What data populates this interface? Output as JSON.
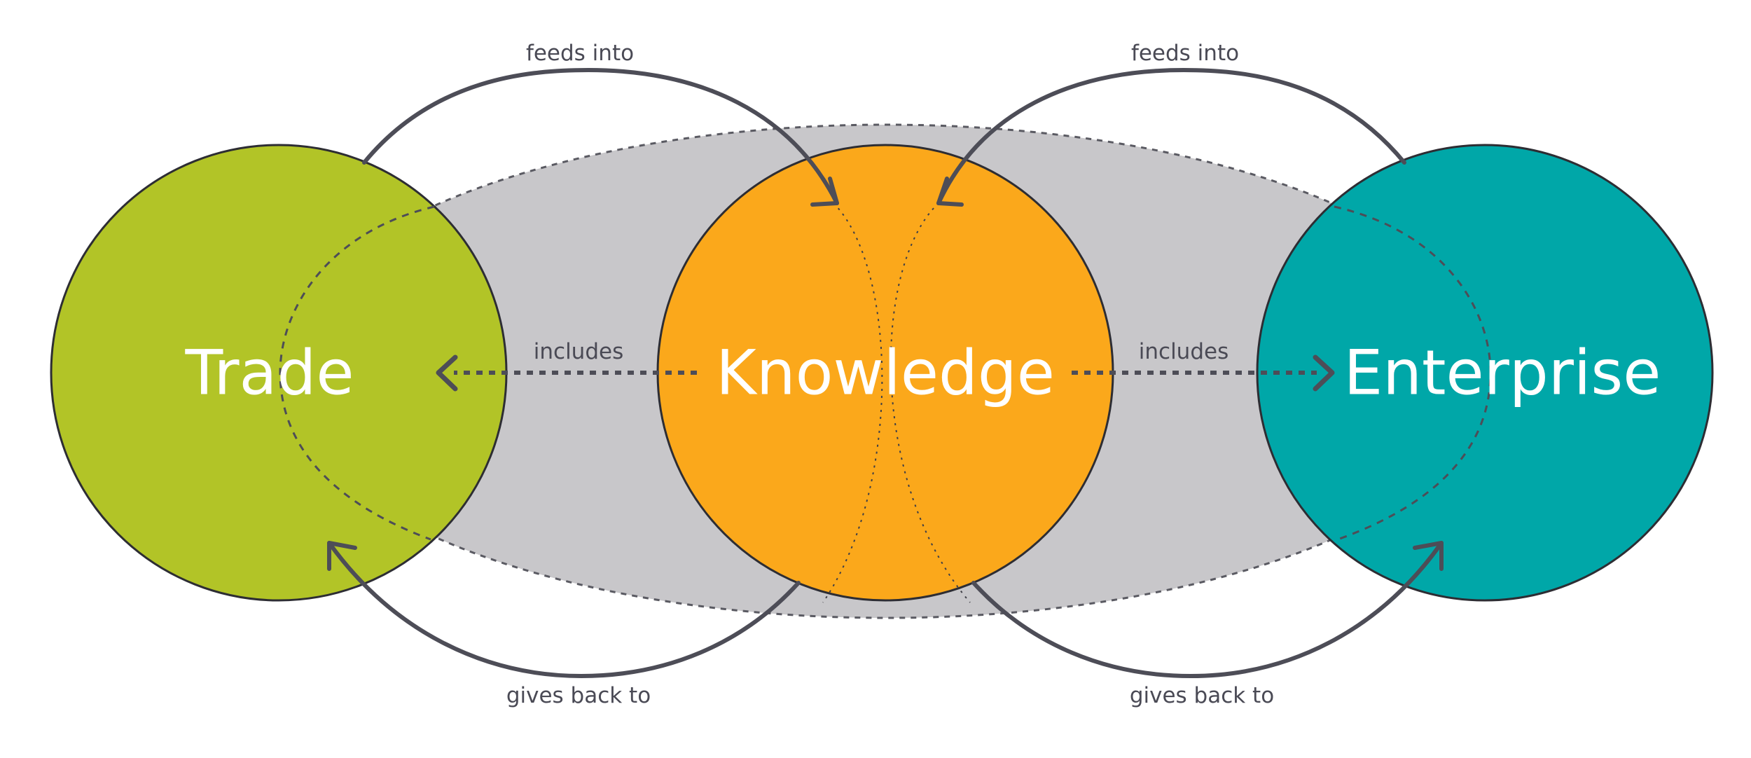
{
  "circles": {
    "trade": {
      "label": "Trade",
      "color": "#b2c427"
    },
    "knowledge": {
      "label": "Knowledge",
      "color": "#fba81b"
    },
    "enterprise": {
      "label": "Enterprise",
      "color": "#00a7a8"
    }
  },
  "ellipse_color": "#c8c7ca",
  "stroke_color": "#4d4d57",
  "relations": {
    "top_left": "feeds into",
    "top_right": "feeds into",
    "mid_left": "includes",
    "mid_right": "includes",
    "bottom_left": "gives back to",
    "bottom_right": "gives back to"
  }
}
